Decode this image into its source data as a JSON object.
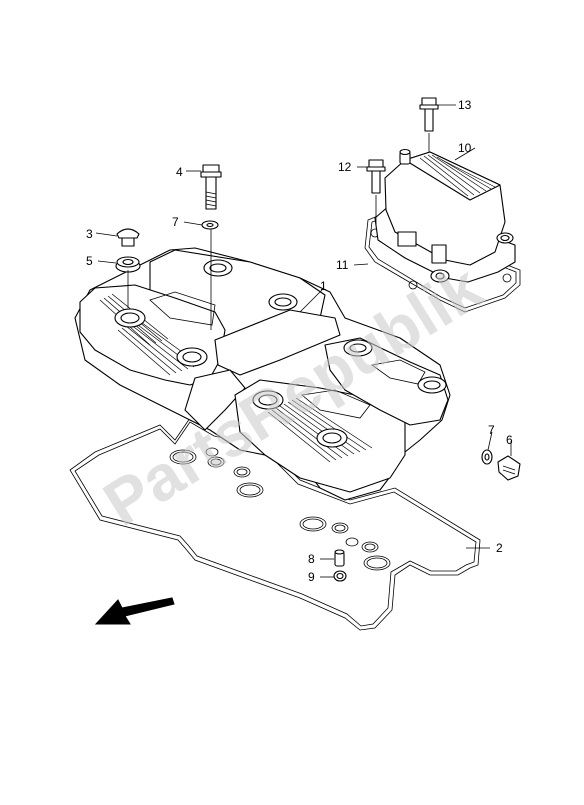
{
  "parts": [
    {
      "id": "1",
      "label": "1"
    },
    {
      "id": "2",
      "label": "2"
    },
    {
      "id": "3",
      "label": "3"
    },
    {
      "id": "4",
      "label": "4"
    },
    {
      "id": "5",
      "label": "5"
    },
    {
      "id": "6",
      "label": "6"
    },
    {
      "id": "7a",
      "label": "7"
    },
    {
      "id": "7b",
      "label": "7"
    },
    {
      "id": "8",
      "label": "8"
    },
    {
      "id": "9",
      "label": "9"
    },
    {
      "id": "10",
      "label": "10"
    },
    {
      "id": "11",
      "label": "11"
    },
    {
      "id": "12",
      "label": "12"
    },
    {
      "id": "13",
      "label": "13"
    }
  ],
  "watermark": "PartsRepublik",
  "direction_arrow": "front-arrow-pointing-lower-left"
}
